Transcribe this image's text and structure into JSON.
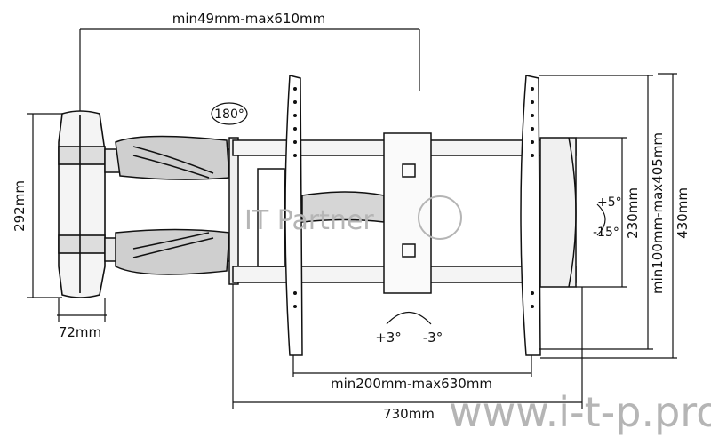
{
  "dimensions": {
    "wall_distance": "min49mm-max610mm",
    "swivel": "180°",
    "wall_plate_height": "292mm",
    "wall_plate_width": "72mm",
    "rotation_plus": "+3°",
    "rotation_minus": "-3°",
    "vesa_horizontal": "min200mm-max630mm",
    "frame_width": "730mm",
    "tilt_up": "+5°",
    "tilt_down": "-15°",
    "frame_height": "230mm",
    "vesa_vertical": "min100mm-max405mm",
    "rail_height": "430mm"
  },
  "watermark": {
    "logo": "IT Partner",
    "site": "www.i-t-p.pro"
  },
  "colors": {
    "line": "#111111",
    "watermark": "#b5b5b5"
  }
}
